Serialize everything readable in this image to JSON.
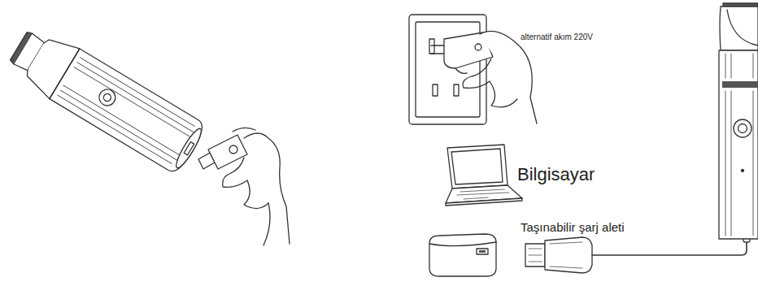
{
  "diagram": {
    "labels": [
      "alternatif akım 220V",
      "Bilgisayar",
      "Taşınabilir şarj aleti"
    ]
  }
}
